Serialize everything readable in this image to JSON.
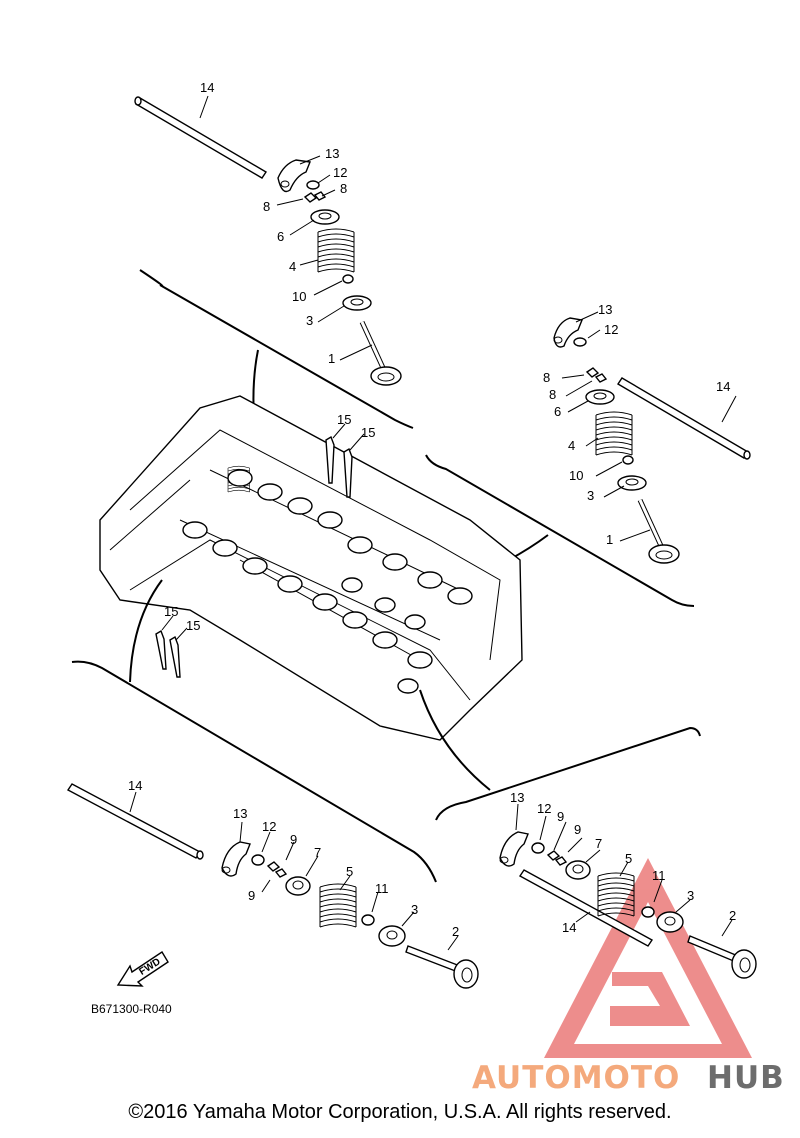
{
  "diagram": {
    "reference_code": "B671300-R040",
    "fwd_label": "FWD",
    "copyright": "©2016 Yamaha Motor Corporation, U.S.A. All rights reserved.",
    "watermark": {
      "part1": "AUTOMOTO",
      "part2": "HUB",
      "color1": "#f4a97c",
      "color2": "#6d6d6d",
      "logo_color": "#e0312f"
    },
    "callouts": {
      "top_group": [
        "14",
        "13",
        "12",
        "8",
        "8",
        "6",
        "4",
        "10",
        "3",
        "1"
      ],
      "right_group": [
        "13",
        "12",
        "14",
        "8",
        "8",
        "6",
        "4",
        "10",
        "3",
        "1"
      ],
      "head_bolts": [
        "15",
        "15",
        "15",
        "15"
      ],
      "bottom_left_group": [
        "14",
        "13",
        "12",
        "9",
        "9",
        "7",
        "5",
        "11",
        "3",
        "2"
      ],
      "bottom_right_group": [
        "13",
        "12",
        "9",
        "9",
        "7",
        "5",
        "11",
        "3",
        "14",
        "2"
      ]
    }
  }
}
